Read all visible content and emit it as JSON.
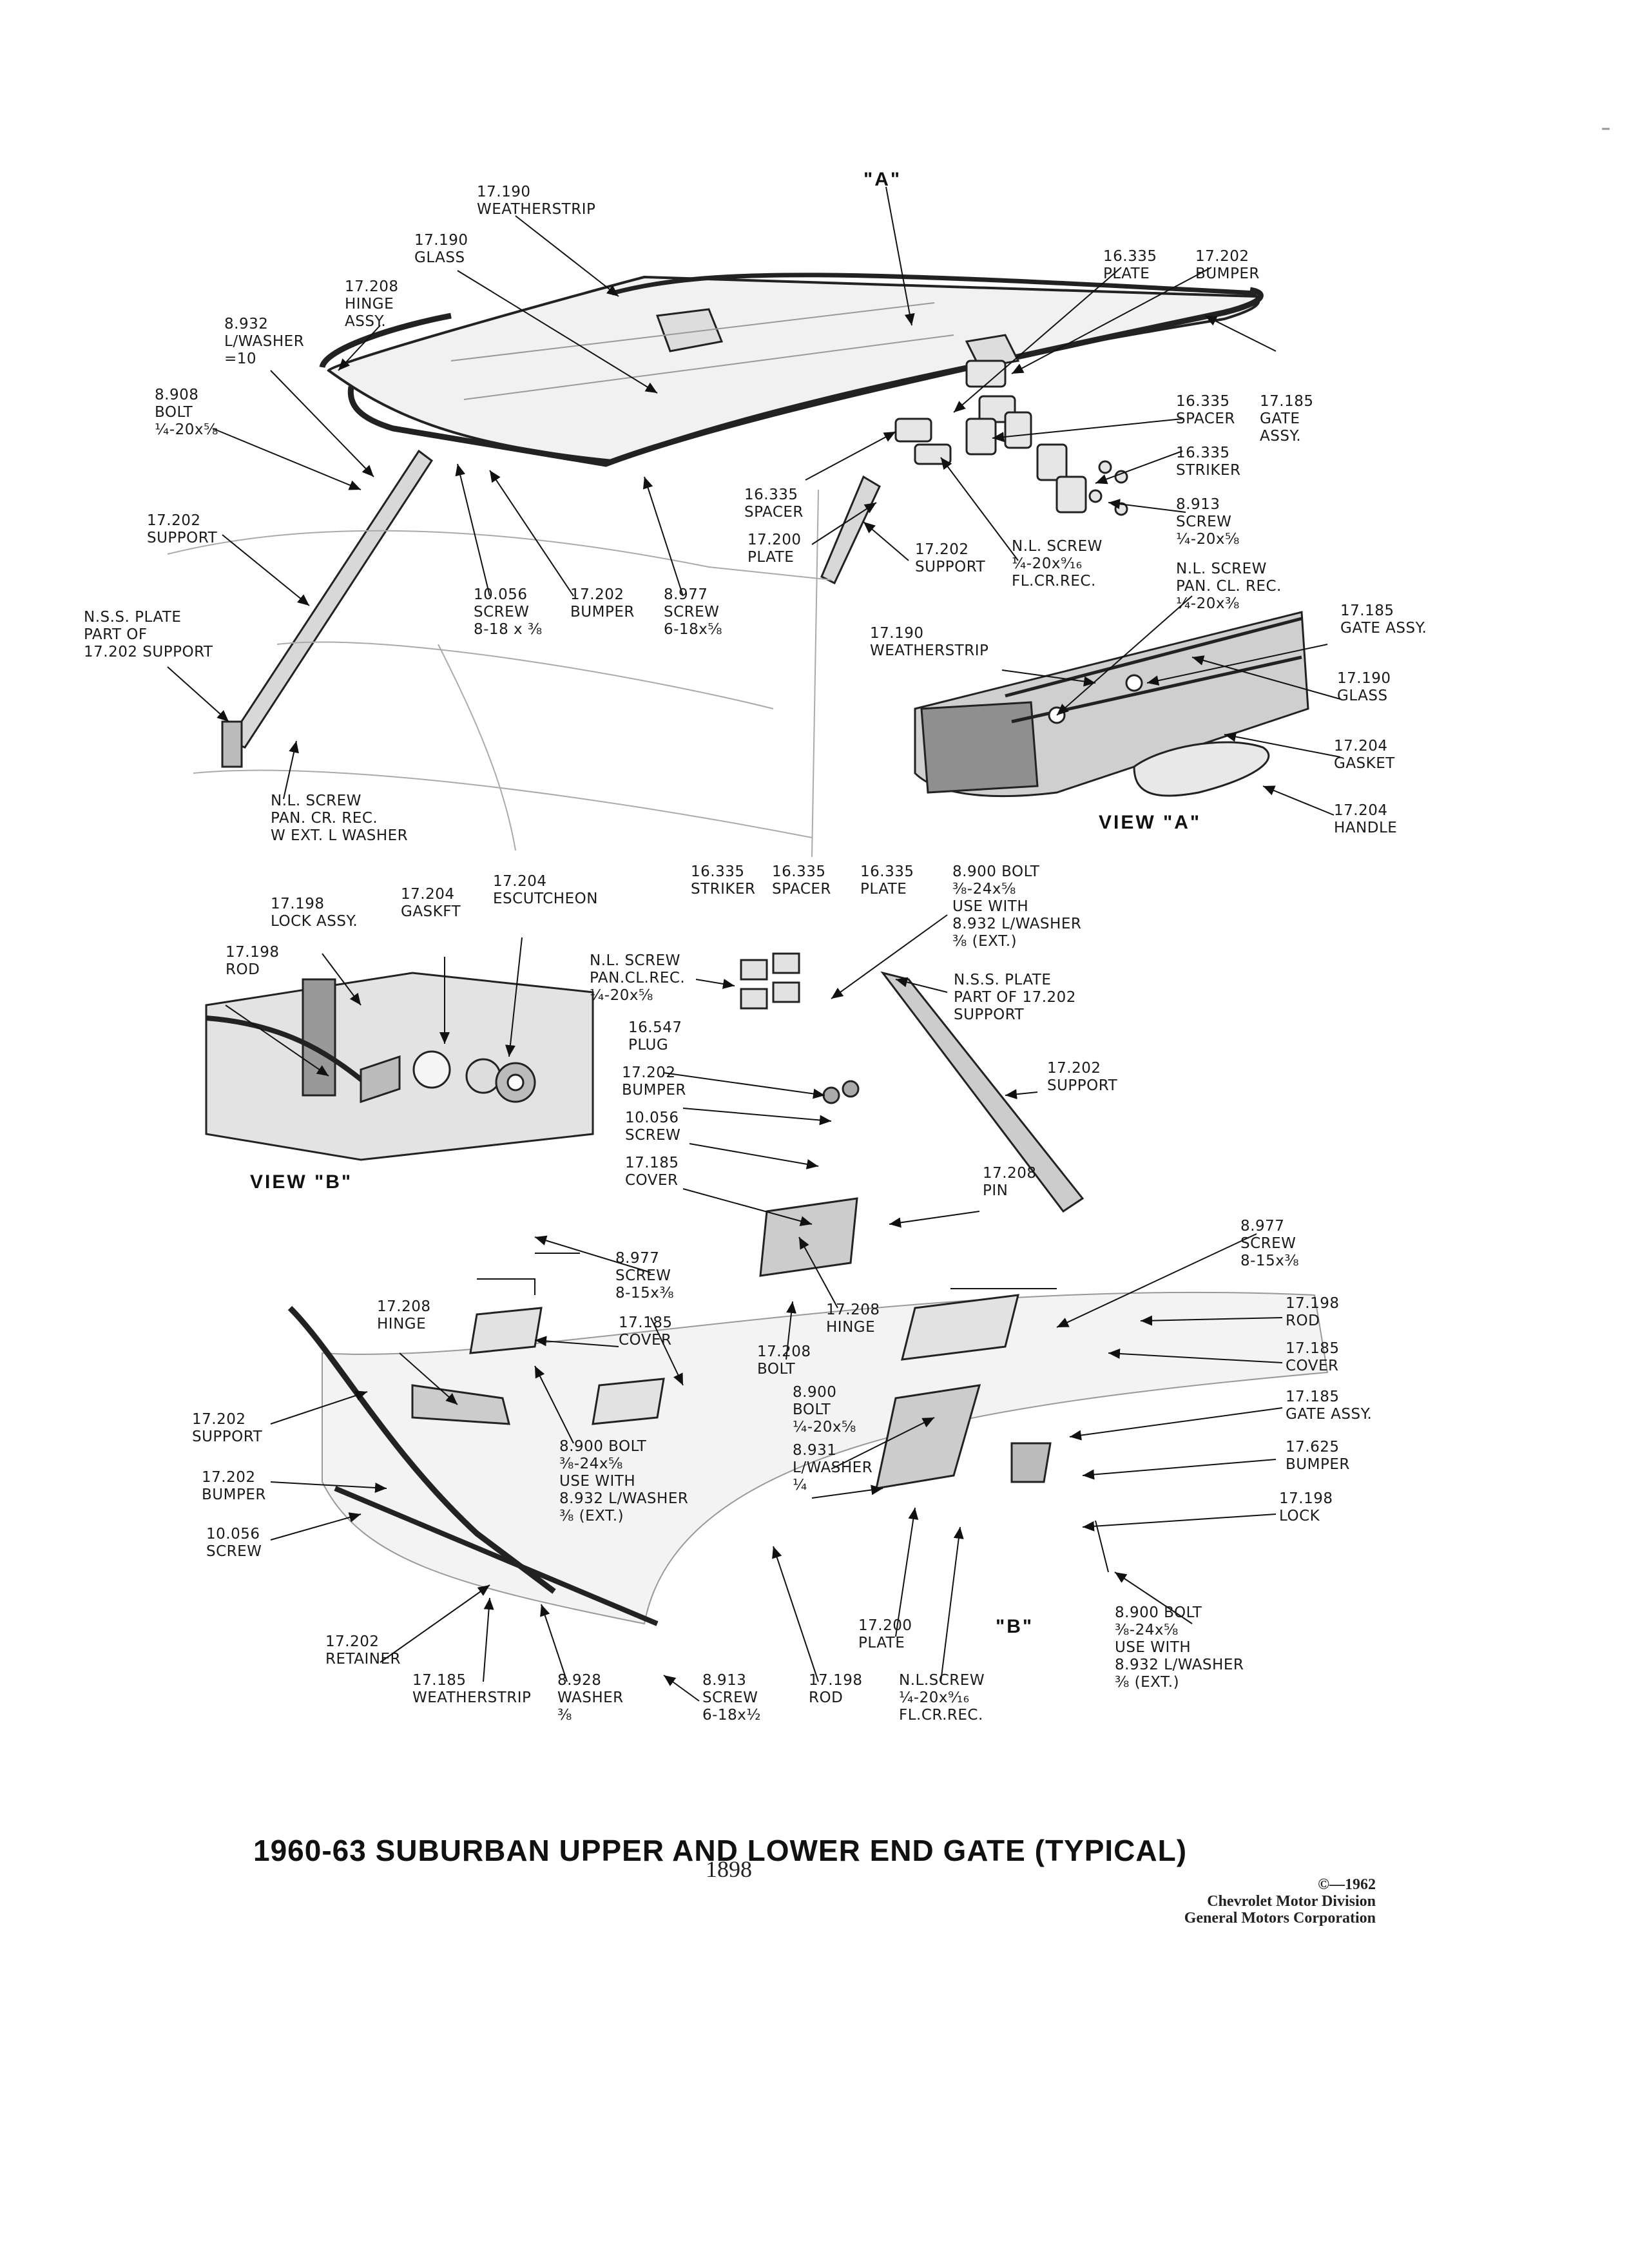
{
  "title": "1960-63 SUBURBAN UPPER AND LOWER END GATE (TYPICAL)",
  "page_number": "1898",
  "copyright": {
    "year": "©—1962",
    "line1": "Chevrolet Motor Division",
    "line2": "General Motors Corporation"
  },
  "views": {
    "a_top": "\"A\"",
    "a_caption": "VIEW \"A\"",
    "b_caption": "VIEW \"B\"",
    "b_marker": "\"B\""
  },
  "labels": {
    "weatherstrip_top": "17.190\nWEATHERSTRIP",
    "glass_top": "17.190\nGLASS",
    "hinge_assy_top": "17.208\nHINGE\nASSY.",
    "lwasher_top": "8.932\nL/WASHER\n=10",
    "bolt_top": "8.908\nBOLT\n¼-20x⅝",
    "support_left": "17.202\nSUPPORT",
    "nss_plate_left": "N.S.S. PLATE\nPART OF\n17.202 SUPPORT",
    "screw_10056_top": "10.056\nSCREW\n8-18 x ⅜",
    "bumper_top": "17.202\nBUMPER",
    "screw_8977_top": "8.977\nSCREW\n6-18x⅝",
    "nl_screw_left": "N.L. SCREW\nPAN. CR. REC.\nW EXT. L WASHER",
    "plate_16335_top": "16.335\nPLATE",
    "bumper_17202_right": "17.202\nBUMPER",
    "spacer_16335_right": "16.335\nSPACER",
    "gate_assy_right": "17.185\nGATE\nASSY.",
    "striker_16335_right": "16.335\nSTRIKER",
    "screw_8913_right": "8.913\nSCREW\n¼-20x⅝",
    "spacer_16335_mid": "16.335\nSPACER",
    "plate_17200_mid": "17.200\nPLATE",
    "support_17202_mid": "17.202\nSUPPORT",
    "nl_screw_mid": "N.L. SCREW\n¼-20x⁹⁄₁₆\nFL.CR.REC.",
    "nl_screw_view_a": "N.L. SCREW\nPAN. CL. REC.\n¼-20x⅜",
    "gate_assy_view_a": "17.185\nGATE ASSY.",
    "weatherstrip_view_a": "17.190\nWEATHERSTRIP",
    "glass_view_a": "17.190\nGLASS",
    "gasket_view_a": "17.204\nGASKET",
    "handle_view_a": "17.204\nHANDLE",
    "lock_assy_view_b": "17.198\nLOCK ASSY.",
    "gasket_view_b": "17.204\nGASKFT",
    "escutcheon_view_b": "17.204\nESCUTCHEON",
    "rod_view_b": "17.198\nROD",
    "striker_center": "16.335\nSTRIKER",
    "spacer_center": "16.335\nSPACER",
    "plate_center": "16.335\nPLATE",
    "bolt_8900_center": "8.900 BOLT\n⅜-24x⅝\nUSE WITH\n8.932 L/WASHER\n⅜ (EXT.)",
    "nl_screw_center": "N.L. SCREW\nPAN.CL.REC.\n¼-20x⅝",
    "nss_plate_center": "N.S.S. PLATE\nPART OF 17.202\nSUPPORT",
    "plug_16547": "16.547\nPLUG",
    "support_17202_center": "17.202\nSUPPORT",
    "bumper_17202_center": "17.202\nBUMPER",
    "screw_10056_center": "10.056\nSCREW",
    "cover_17185_center": "17.185\nCOVER",
    "pin_17208": "17.208\nPIN",
    "screw_8977_lower": "8.977\nSCREW\n8-15x⅜",
    "hinge_17208_lower": "17.208\nHINGE",
    "cover_17185_lower": "17.185\nCOVER",
    "hinge_17208_center": "17.208\nHINGE",
    "bolt_17208_center": "17.208\nBOLT",
    "screw_8977_right_lower": "8.977\nSCREW\n8-15x⅜",
    "rod_17198_right": "17.198\nROD",
    "cover_17185_right": "17.185\nCOVER",
    "gate_assy_17185_right": "17.185\nGATE ASSY.",
    "bumper_17625_right": "17.625\nBUMPER",
    "lock_17198_right": "17.198\nLOCK",
    "bolt_8900_lower_right": "8.900 BOLT\n⅜-24x⅝\nUSE WITH\n8.932 L/WASHER\n⅜ (EXT.)",
    "support_17202_lower_left": "17.202\nSUPPORT",
    "bumper_17202_lower_left": "17.202\nBUMPER",
    "screw_10056_lower_left": "10.056\nSCREW",
    "bolt_8900_lower_mid": "8.900 BOLT\n⅜-24x⅝\nUSE WITH\n8.932 L/WASHER\n⅜ (EXT.)",
    "bolt_8900_lower_center": "8.900\nBOLT\n¼-20x⅝",
    "lwasher_8931": "8.931\nL/WASHER\n¼",
    "retainer_17202": "17.202\nRETAINER",
    "weatherstrip_17185": "17.185\nWEATHERSTRIP",
    "washer_8928": "8.928\nWASHER\n⅜",
    "screw_8913_lower": "8.913\nSCREW\n6-18x½",
    "rod_17198_lower": "17.198\nROD",
    "nl_screw_lower": "N.L.SCREW\n¼-20x⁹⁄₁₆\nFL.CR.REC.",
    "plate_17200_lower": "17.200\nPLATE"
  }
}
